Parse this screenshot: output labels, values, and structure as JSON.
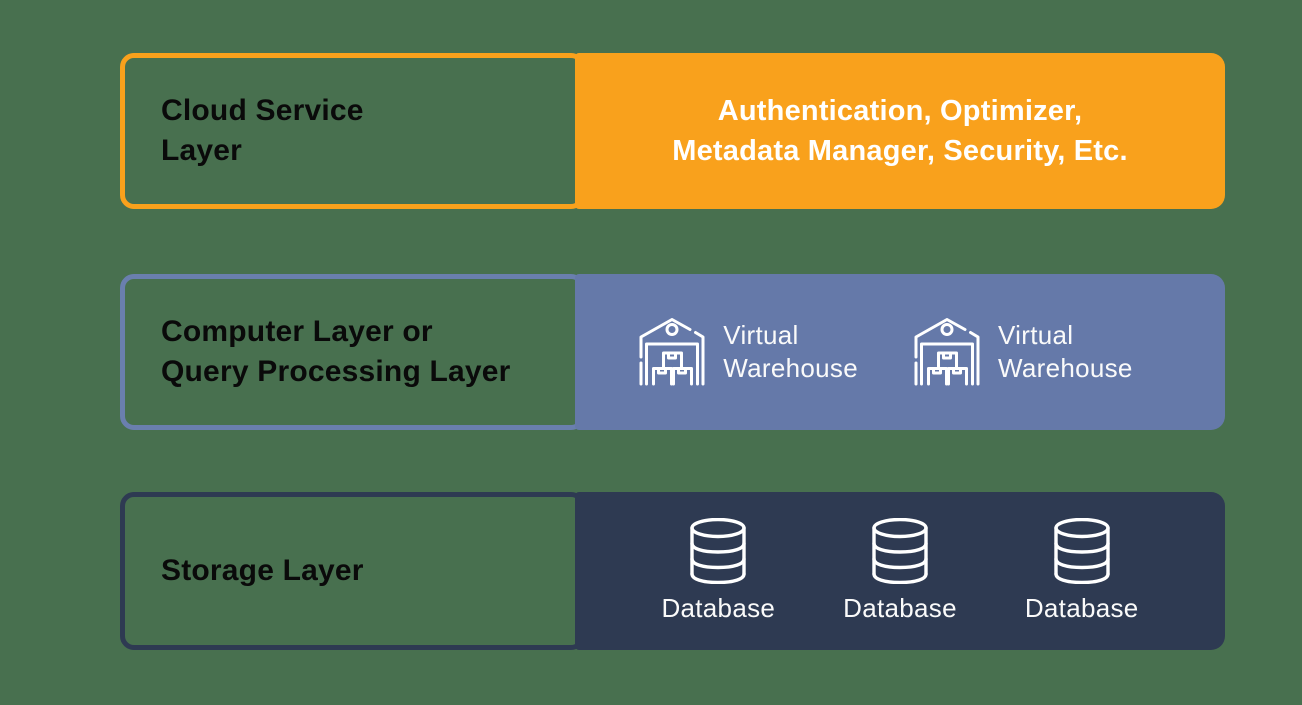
{
  "colors": {
    "background_green": "#48704F",
    "cloud_orange": "#F9A11C",
    "compute_blue": "#6579A9",
    "compute_border_blue": "#6A7FAE",
    "storage_navy": "#2E3A52",
    "title_text": "#0A0A0A",
    "panel_text": "#FFFFFF"
  },
  "rows": [
    {
      "name": "cloud-service-layer",
      "title_line1": "Cloud Service",
      "title_line2": "Layer",
      "panel": {
        "text_line1": "Authentication, Optimizer,",
        "text_line2": "Metadata Manager, Security, Etc."
      }
    },
    {
      "name": "compute-layer",
      "title_line1": "Computer Layer or",
      "title_line2": "Query Processing Layer",
      "panel": {
        "items": [
          {
            "icon": "warehouse-icon",
            "label_line1": "Virtual",
            "label_line2": "Warehouse"
          },
          {
            "icon": "warehouse-icon",
            "label_line1": "Virtual",
            "label_line2": "Warehouse"
          }
        ]
      }
    },
    {
      "name": "storage-layer",
      "title_line1": "Storage Layer",
      "panel": {
        "items": [
          {
            "icon": "database-icon",
            "label": "Database"
          },
          {
            "icon": "database-icon",
            "label": "Database"
          },
          {
            "icon": "database-icon",
            "label": "Database"
          }
        ]
      }
    }
  ]
}
